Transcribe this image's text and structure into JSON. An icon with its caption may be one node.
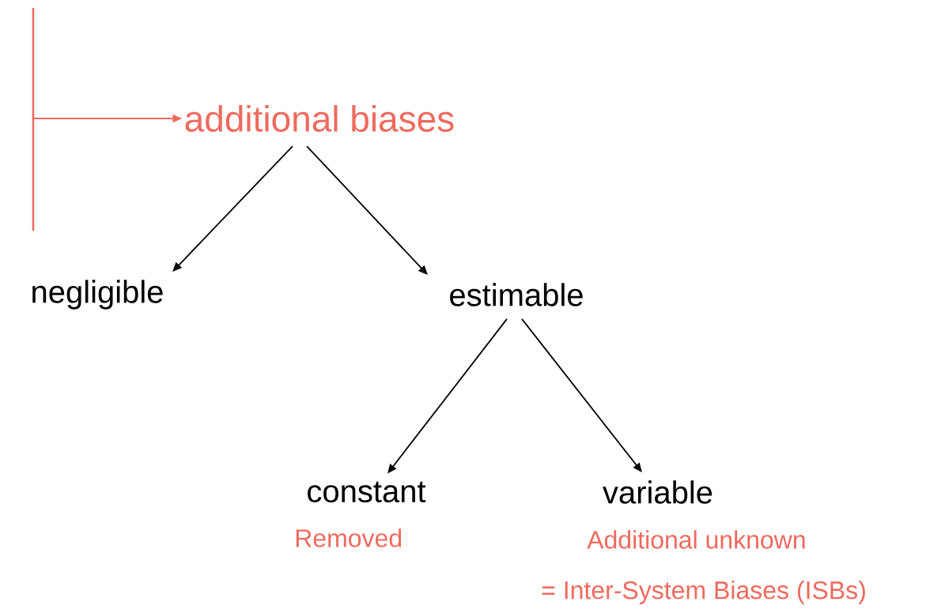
{
  "diagram": {
    "nodes": [
      {
        "text": [
          "additional biases"
        ]
      },
      {
        "text": [
          "negligible"
        ]
      },
      {
        "text": [
          "estimable"
        ]
      },
      {
        "text": [
          "constant"
        ],
        "beside": [
          "Removed"
        ]
      },
      {
        "text": [
          "variable"
        ],
        "beside": [
          "Additional unknown",
          "= Inter-System Biases (ISBs)"
        ]
      }
    ],
    "edges": [
      {
        "from": null,
        "to": 0,
        "arrow": "to",
        "color": "#ee6a5e"
      },
      {
        "from": 0,
        "to": 1,
        "arrow": "to"
      },
      {
        "from": 0,
        "to": 2,
        "arrow": "to"
      },
      {
        "from": 2,
        "to": 3,
        "arrow": "to"
      },
      {
        "from": 2,
        "to": 4,
        "arrow": "to"
      }
    ]
  }
}
